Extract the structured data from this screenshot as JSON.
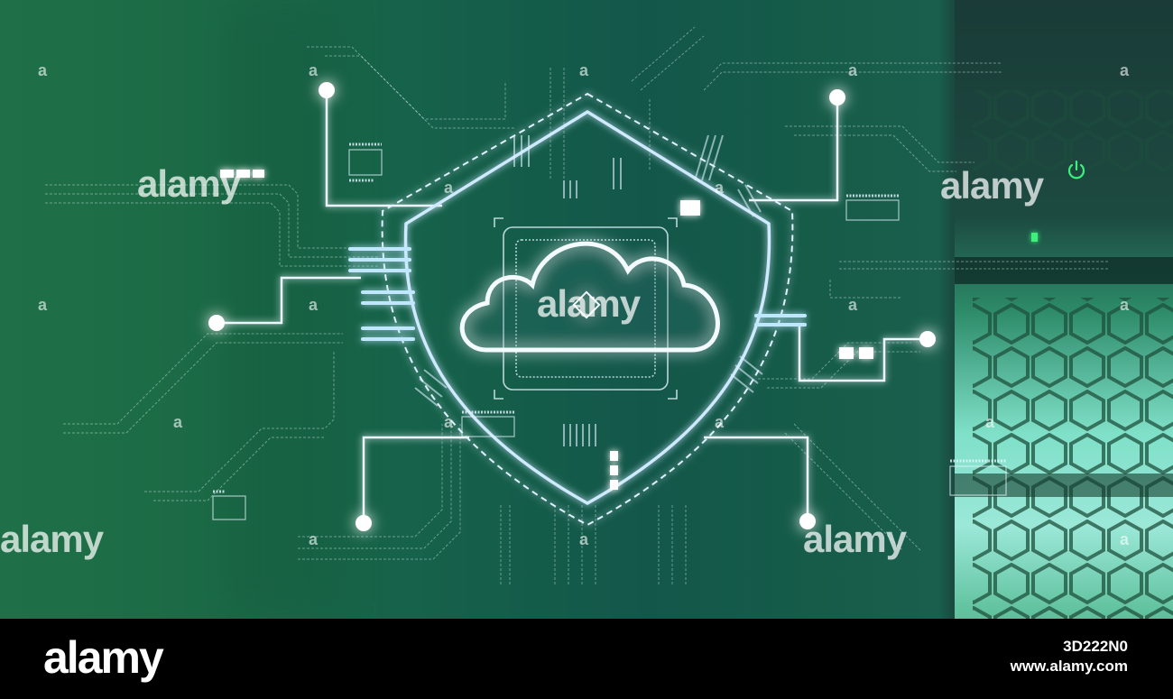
{
  "watermarks": {
    "brand": "alamy",
    "small_mark": "a"
  },
  "footer": {
    "logo": "alamy",
    "image_id": "3D222N0",
    "site": "www.alamy.com"
  },
  "icons": {
    "center": "cloud-icon",
    "frame": "shield-icon",
    "device_indicator": "power-icon"
  },
  "colors": {
    "background_green": "#1b6a46",
    "glow": "#7fd8ff",
    "line": "#e8f6ff",
    "power_led": "#3cf07a"
  }
}
